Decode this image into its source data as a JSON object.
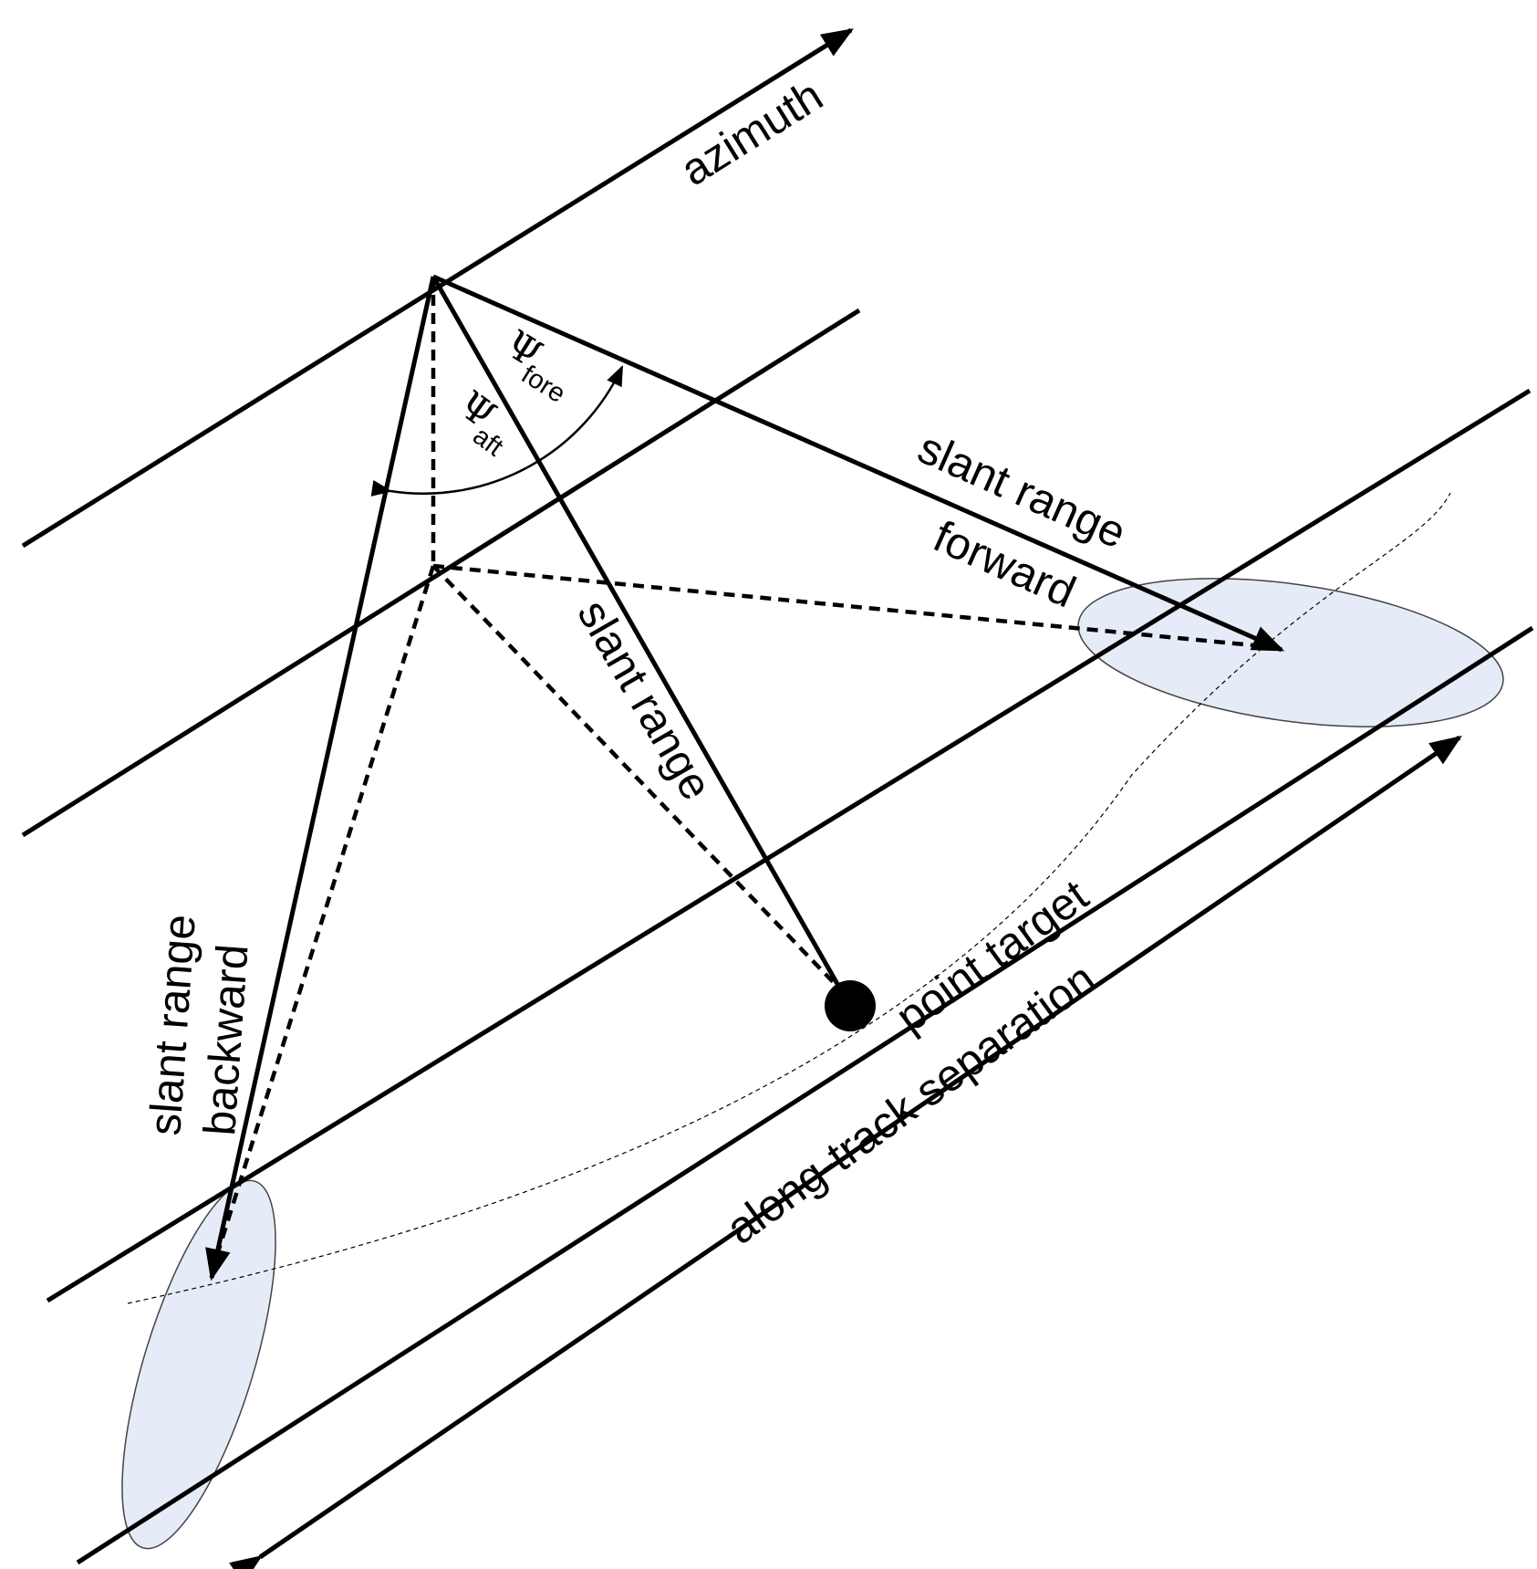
{
  "labels": {
    "azimuth": "azimuth",
    "slant_range_forward_1": "slant range",
    "slant_range_forward_2": "forward",
    "slant_range": "slant range",
    "slant_range_backward_1": "slant range",
    "slant_range_backward_2": "backward",
    "point_target": "point target",
    "along_track_separation": "along-track separation",
    "psi_symbol": "Ψ",
    "psi_fore_sub": "fore",
    "psi_aft_sub": "aft"
  },
  "colors": {
    "line": "#000000",
    "footprint_fill": "#e6ecf7",
    "footprint_stroke": "#444444"
  }
}
